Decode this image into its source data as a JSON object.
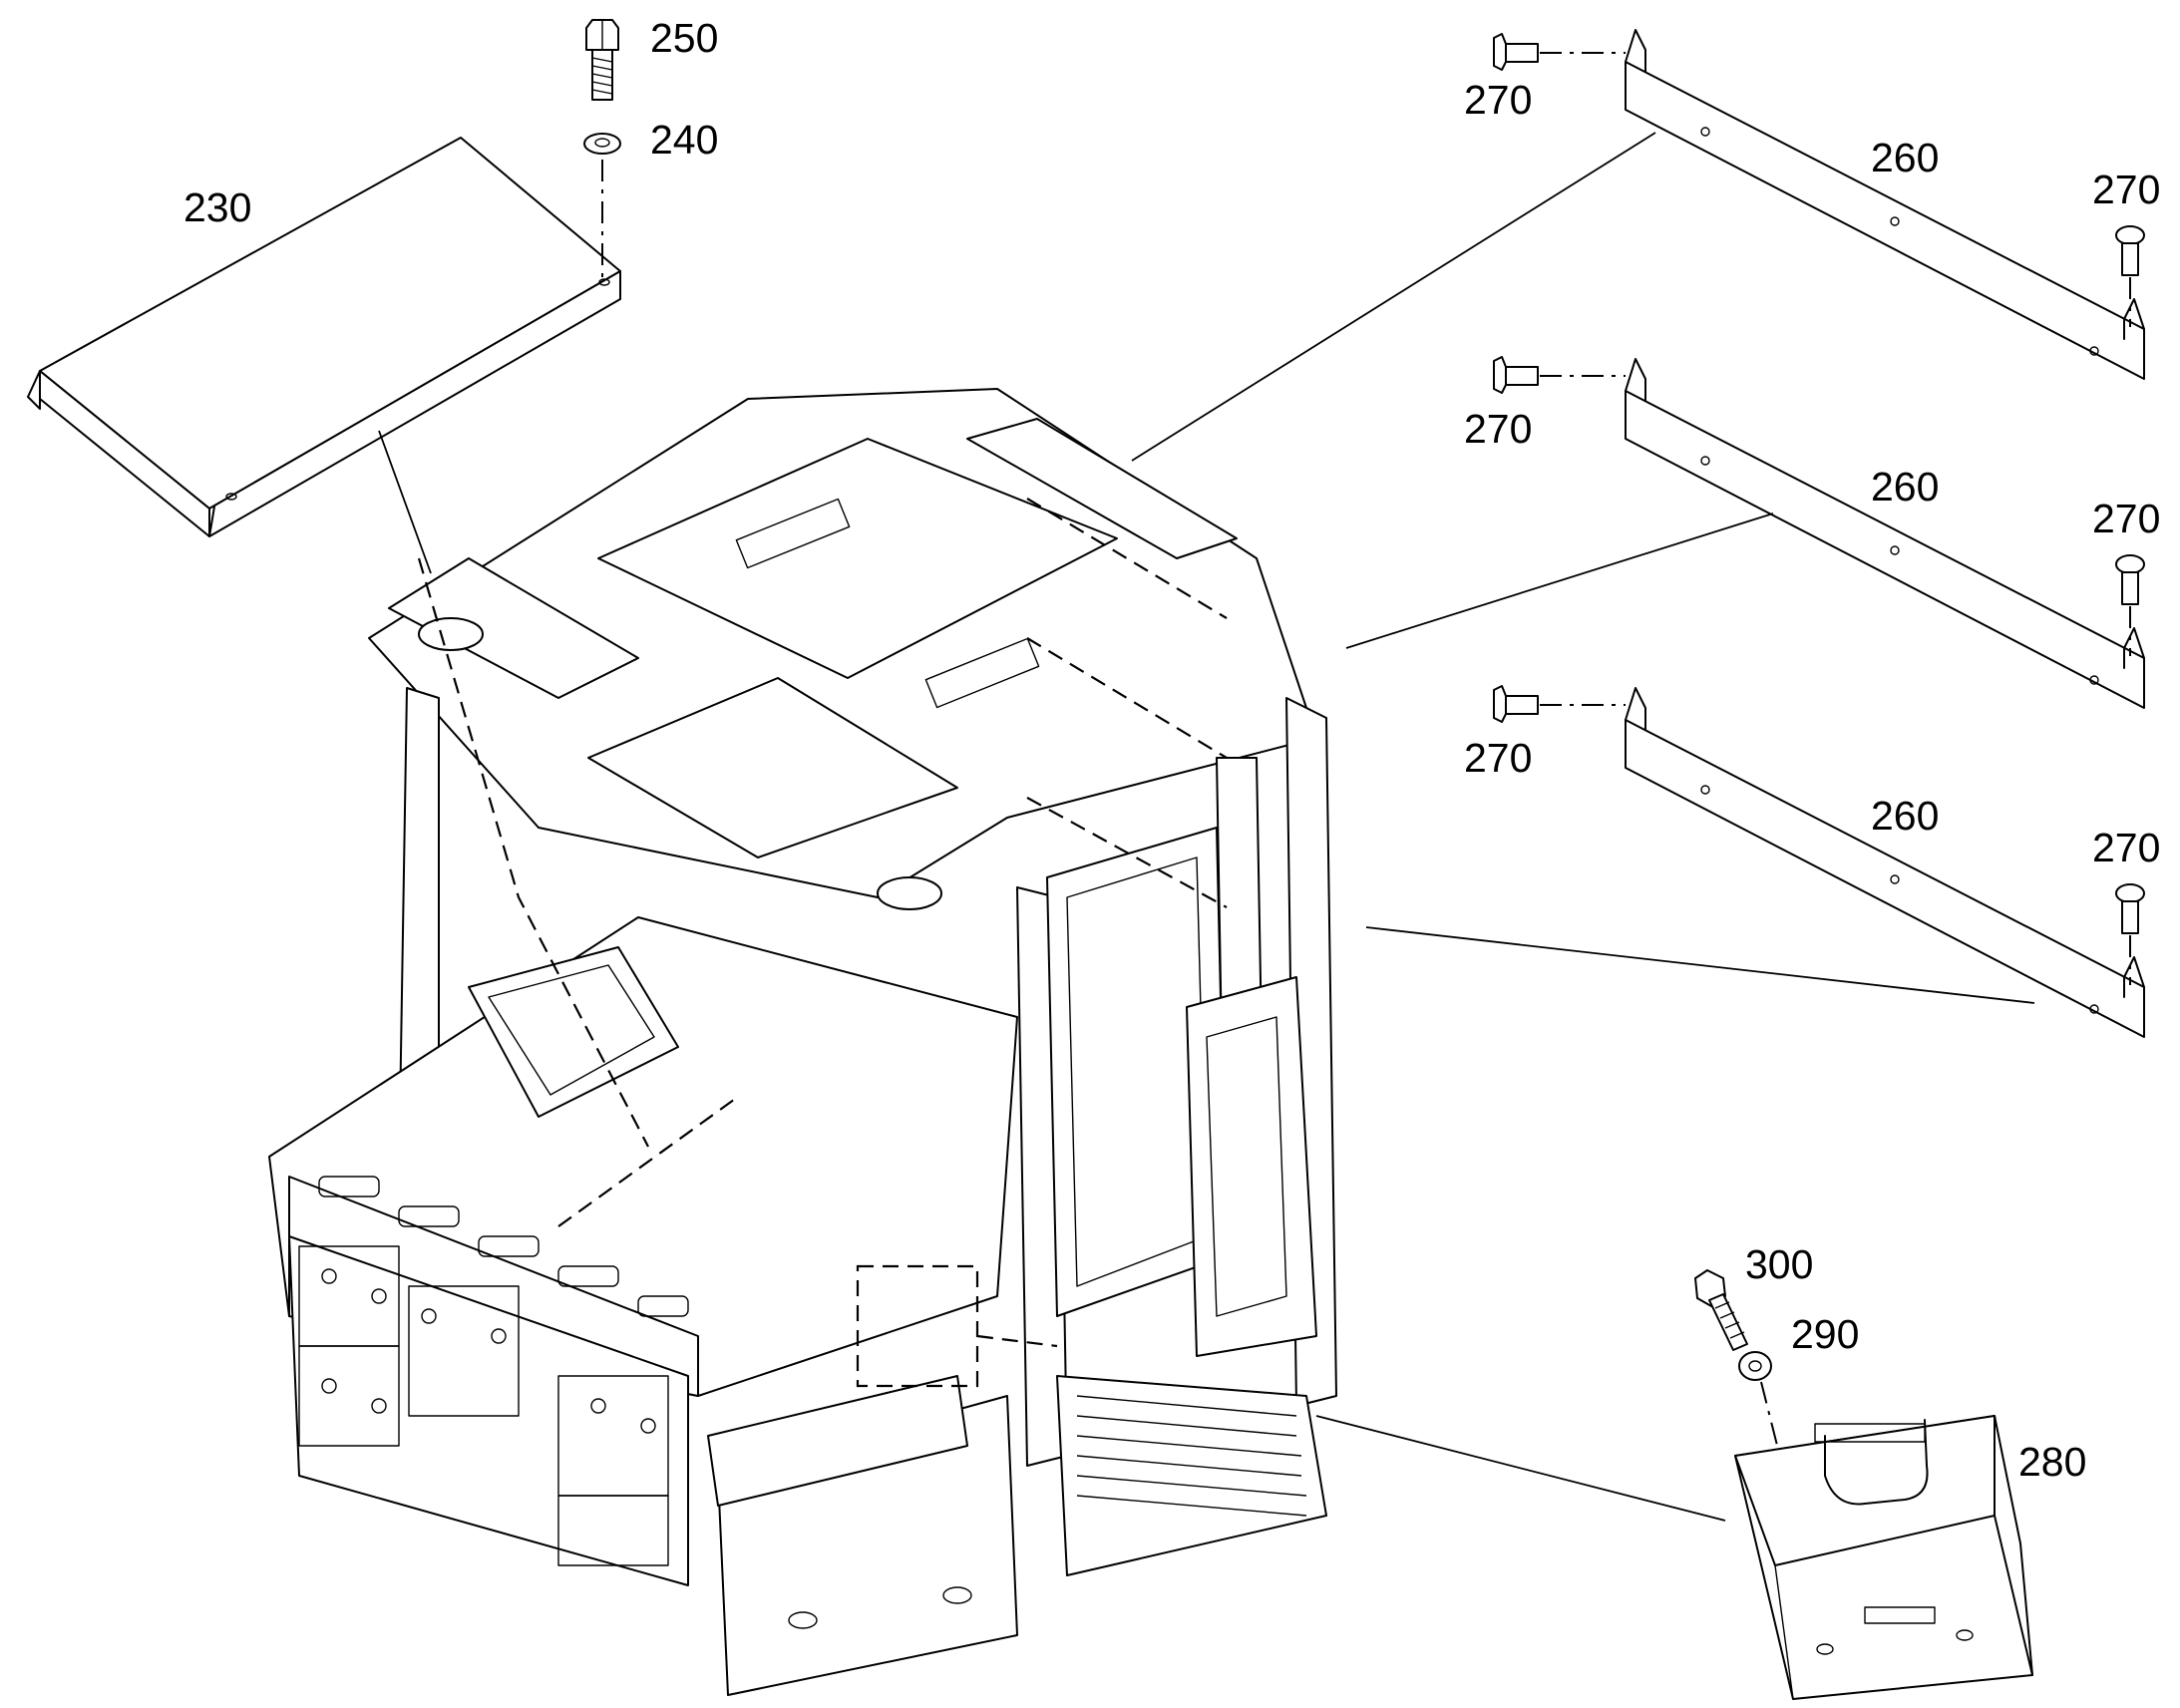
{
  "parts": [
    {
      "id": "p230",
      "label": "230"
    },
    {
      "id": "p240",
      "label": "240"
    },
    {
      "id": "p250",
      "label": "250"
    },
    {
      "id": "p260a",
      "label": "260"
    },
    {
      "id": "p260b",
      "label": "260"
    },
    {
      "id": "p260c",
      "label": "260"
    },
    {
      "id": "p270a",
      "label": "270"
    },
    {
      "id": "p270b",
      "label": "270"
    },
    {
      "id": "p270c",
      "label": "270"
    },
    {
      "id": "p270d",
      "label": "270"
    },
    {
      "id": "p270e",
      "label": "270"
    },
    {
      "id": "p270f",
      "label": "270"
    },
    {
      "id": "p280",
      "label": "280"
    },
    {
      "id": "p290",
      "label": "290"
    },
    {
      "id": "p300",
      "label": "300"
    }
  ]
}
